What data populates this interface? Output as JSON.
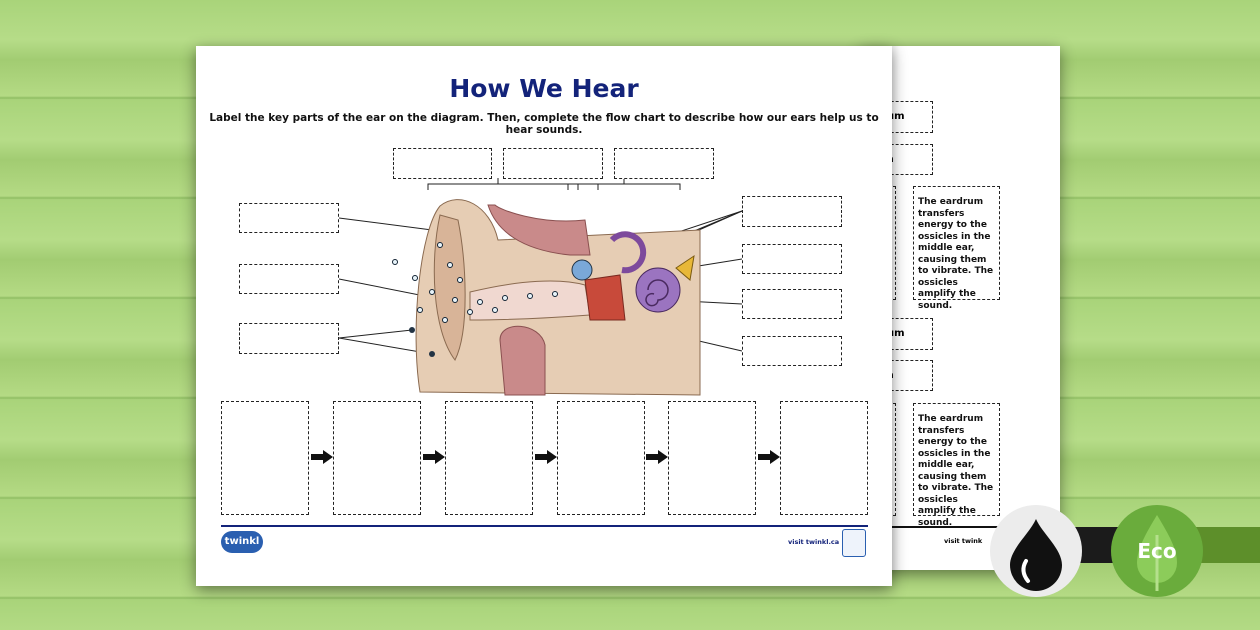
{
  "worksheet": {
    "title": "How We Hear",
    "instructions": "Label the key parts of the ear on the diagram. Then, complete the flow chart to describe how our ears help us to hear sounds.",
    "footer": {
      "logo": "twinkl",
      "link": "visit twinkl.ca",
      "accent": "#13237a"
    }
  },
  "back_page": {
    "labels": [
      "um",
      "a",
      "um",
      "a"
    ],
    "text_boxes": [
      "The eardrum transfers energy to the ossicles in the middle ear, causing them to vibrate. The ossicles amplify the sound.",
      "The eardrum transfers energy to the ossicles in the middle ear, causing them to vibrate. The ossicles amplify the sound."
    ],
    "footer_link": "visit twink"
  },
  "badges": {
    "ink": "ink-drop-icon",
    "eco": "Eco",
    "eco_color": "#6aac3c"
  }
}
